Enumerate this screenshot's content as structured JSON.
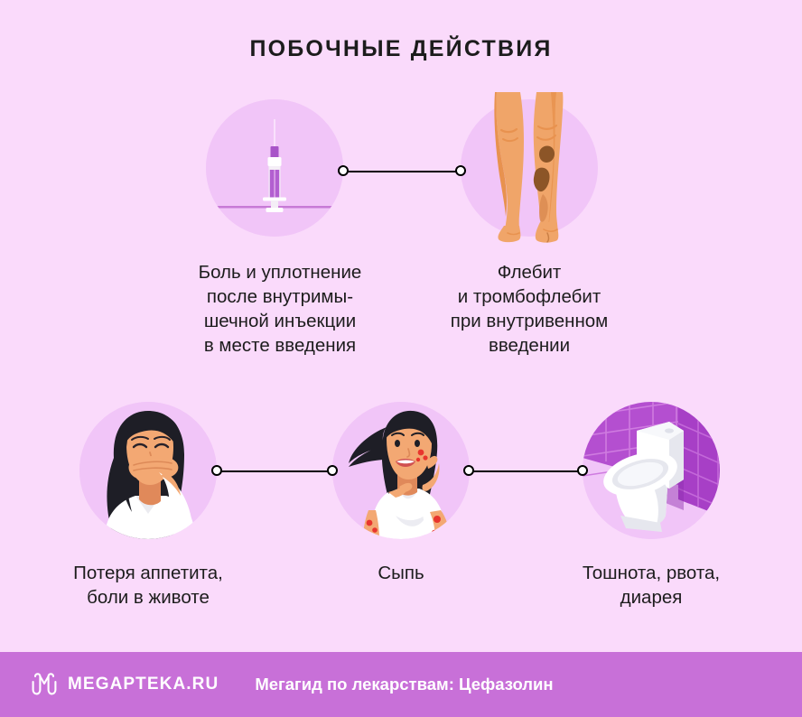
{
  "page": {
    "title": "ПОБОЧНЫЕ ДЕЙСТВИЯ",
    "background_color": "#fadafb",
    "circle_color": "#f1c5f8",
    "text_color": "#1c1c1c"
  },
  "items": [
    {
      "id": "injection-site-pain",
      "icon": "syringe-icon",
      "caption": "Боль и уплотнение\nпосле внутримы-\nшечной инъекции\nв месте введения"
    },
    {
      "id": "phlebitis",
      "icon": "legs-thrombophlebitis-icon",
      "caption": "Флебит\nи тромбофлебит\nпри внутривенном\nвведении"
    },
    {
      "id": "appetite-loss",
      "icon": "woman-nausea-icon",
      "caption": "Потеря аппетита,\nболи в животе"
    },
    {
      "id": "rash",
      "icon": "woman-rash-icon",
      "caption": "Сыпь"
    },
    {
      "id": "nausea-vomiting-diarrhea",
      "icon": "toilet-icon",
      "caption": "Тошнота, рвота,\nдиарея"
    }
  ],
  "connectors": [
    {
      "id": "connector-top",
      "from": "injection-site-pain",
      "to": "phlebitis"
    },
    {
      "id": "connector-bottom-1",
      "from": "appetite-loss",
      "to": "rash"
    },
    {
      "id": "connector-bottom-2",
      "from": "rash",
      "to": "nausea-vomiting-diarrhea"
    }
  ],
  "footer": {
    "brand": "MEGAPTEKA.RU",
    "tagline": "Мегагид по лекарствам: Цефазолин",
    "background_color": "#c870d8",
    "text_color": "#ffffff"
  }
}
